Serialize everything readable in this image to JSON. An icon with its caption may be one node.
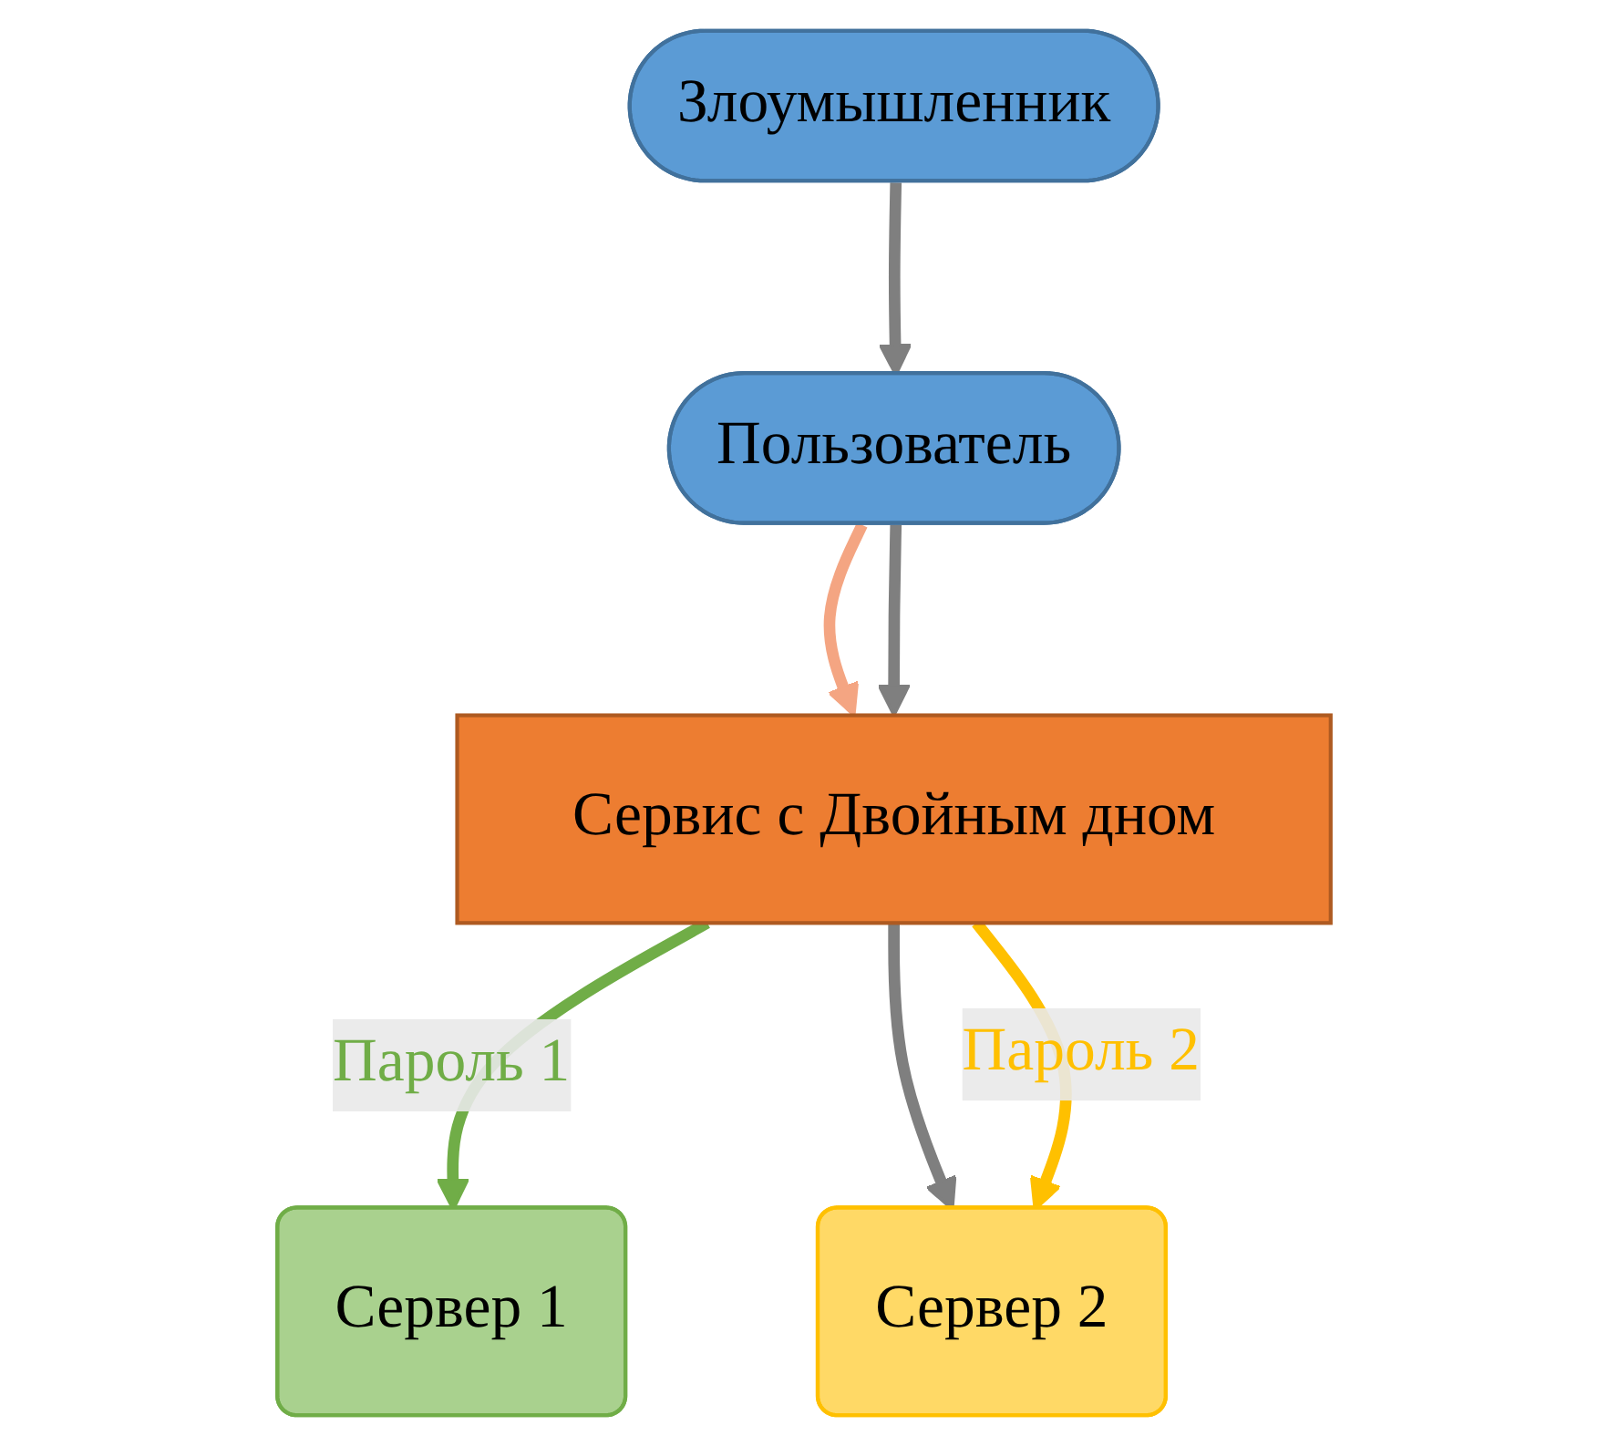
{
  "diagram": {
    "nodes": [
      {
        "text": [
          "Пользователь"
        ]
      },
      {
        "text": [
          "Злоумышленник"
        ]
      },
      {
        "text": [
          "Сервис с Двойным дном"
        ]
      },
      {
        "text": [
          "Сервер 1"
        ]
      },
      {
        "text": [
          "Сервер 2"
        ]
      }
    ],
    "edges": [
      {
        "from": 1,
        "to": 0,
        "arrow": "to"
      },
      {
        "from": 0,
        "to": 2,
        "arrow": "to",
        "color": "#f4a582"
      },
      {
        "from": 0,
        "to": 2,
        "arrow": "to"
      },
      {
        "from": 2,
        "to": 3,
        "arrow": "to",
        "label": "Пароль 1",
        "color": "#70ad47"
      },
      {
        "from": 2,
        "to": 4,
        "arrow": "to"
      },
      {
        "from": 2,
        "to": 4,
        "arrow": "to",
        "label": "Пароль 2",
        "color": "#ffc000"
      }
    ]
  }
}
